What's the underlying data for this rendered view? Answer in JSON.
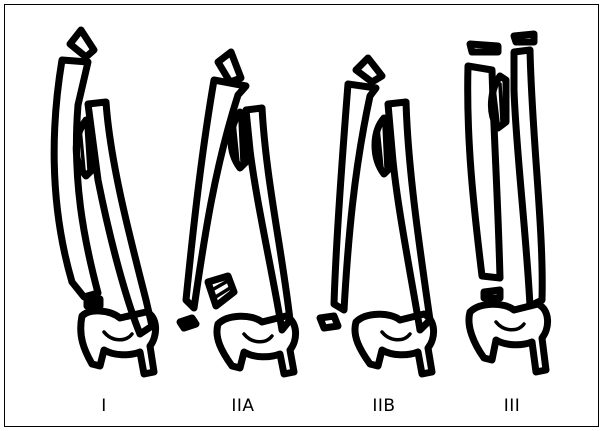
{
  "figure": {
    "panels": [
      {
        "id": "I",
        "label": "I"
      },
      {
        "id": "IIA",
        "label": "IIA"
      },
      {
        "id": "IIB",
        "label": "IIB"
      },
      {
        "id": "III",
        "label": "III"
      }
    ],
    "colors": {
      "line": "#000000",
      "background": "#ffffff",
      "frame": "#000000"
    }
  }
}
